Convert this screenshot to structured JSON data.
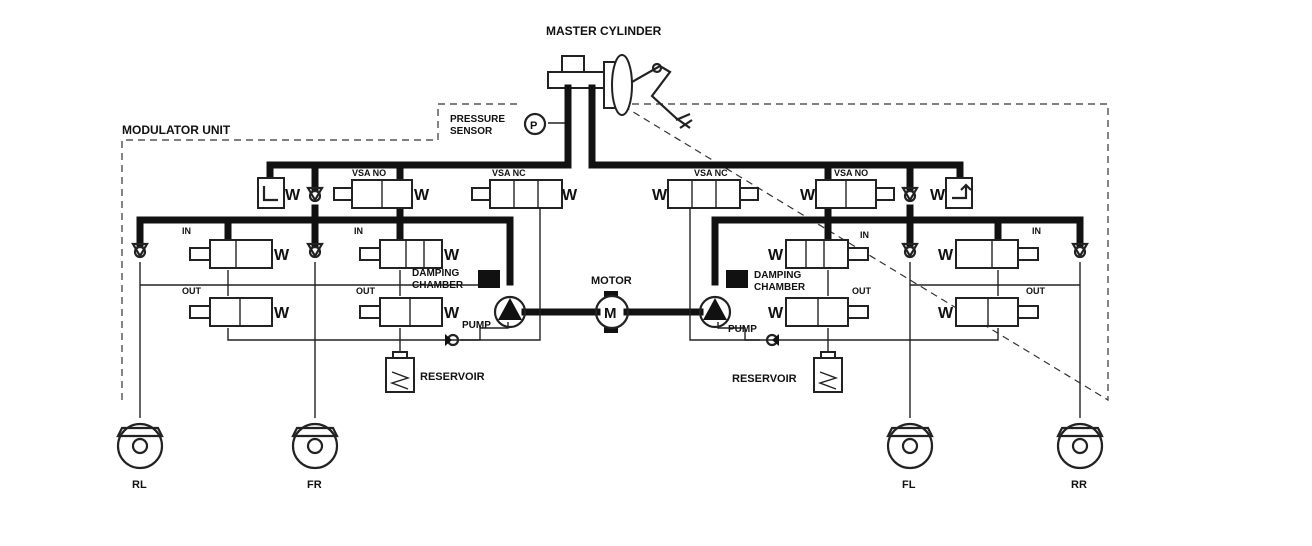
{
  "labels": {
    "master_cylinder": "MASTER CYLINDER",
    "modulator_unit": "MODULATOR UNIT",
    "pressure_sensor_1": "PRESSURE",
    "pressure_sensor_2": "SENSOR",
    "pressure_symbol": "P",
    "vsa_no": "VSA NO",
    "vsa_nc": "VSA NC",
    "inlet": "IN",
    "outlet": "OUT",
    "damping_1": "DAMPING",
    "damping_2": "CHAMBER",
    "motor": "MOTOR",
    "motor_symbol": "M",
    "pump": "PUMP",
    "reservoir": "RESERVOIR",
    "spring_symbol": "W"
  },
  "wheels": {
    "rl": "RL",
    "fr": "FR",
    "fl": "FL",
    "rr": "RR"
  },
  "colors": {
    "ink": "#111111",
    "paper": "#ffffff"
  }
}
